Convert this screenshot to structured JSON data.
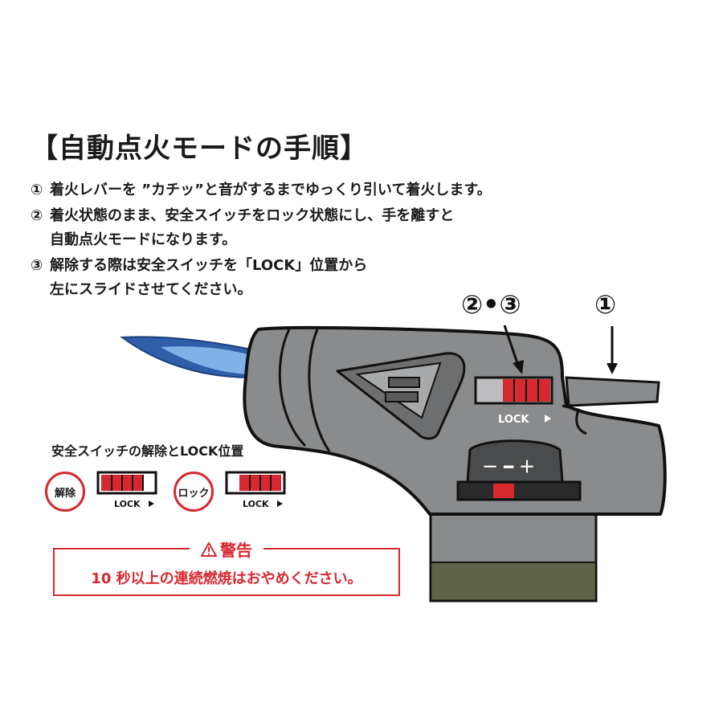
{
  "title": "【自動点火モードの手順】",
  "steps": [
    {
      "num": "①",
      "text": "着火レバーを ”カチッ”と音がするまでゆっくり引いて着火します。",
      "cont": ""
    },
    {
      "num": "②",
      "text": "着火状態のまま、安全スイッチをロック状態にし、手を離すと",
      "cont": "自動点火モードになります。"
    },
    {
      "num": "③",
      "text": "解除する際は安全スイッチを「LOCK」位置から",
      "cont": "左にスライドさせてください。"
    }
  ],
  "callouts": {
    "left": "②•③",
    "right": "①"
  },
  "illustration": {
    "lock_label": "LOCK",
    "dial_label": "－ ━ ＋",
    "colors": {
      "body": "#8a8b8c",
      "tank": "#5e6445",
      "flame_outer": "#2f5fa8",
      "flame_inner": "#7fb3e8",
      "switch_red": "#d7282f"
    }
  },
  "legend": {
    "caption": "安全スイッチの解除とLOCK位置",
    "unlock": {
      "label": "解除",
      "lock_text": "LOCK"
    },
    "locked": {
      "label": "ロック",
      "lock_text": "LOCK"
    }
  },
  "warning": {
    "icon": "warning-triangle-icon",
    "title": "警告",
    "text": "10 秒以上の連続燃焼はおやめください。"
  }
}
